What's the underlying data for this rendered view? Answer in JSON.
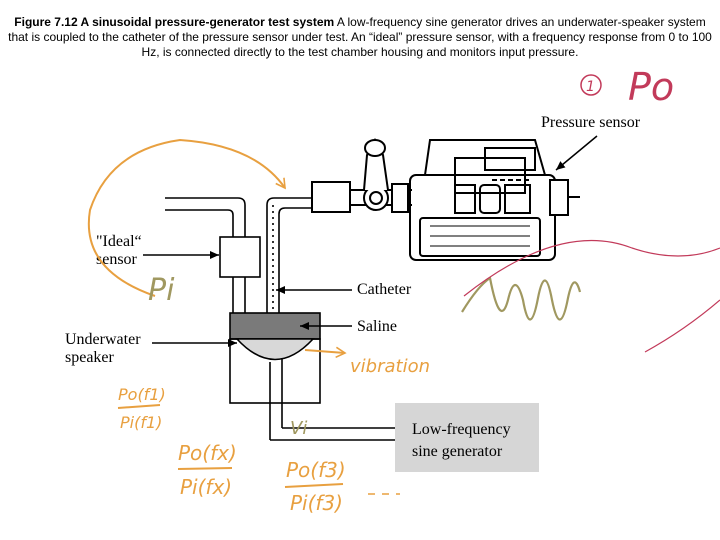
{
  "caption": {
    "figure_label": "Figure 7.12 A sinusoidal pressure-generator test system",
    "text": " A low-frequency sine generator drives an underwater-speaker system that is coupled to the catheter of the pressure sensor under test. An “ideal” pressure sensor, with a frequency response from 0 to 100 Hz, is connected directly to the test chamber housing and monitors input pressure."
  },
  "labels": {
    "pressure_sensor": "Pressure sensor",
    "ideal_sensor_line1": "\"Ideal“",
    "ideal_sensor_line2": "sensor",
    "catheter": "Catheter",
    "saline": "Saline",
    "underwater_speaker_line1": "Underwater",
    "underwater_speaker_line2": "speaker",
    "generator_line1": "Low-frequency",
    "generator_line2": "sine generator"
  },
  "annotations": {
    "circled_marker": "1",
    "p_o": "Po",
    "p_i": "Pi",
    "vibration": "vibration",
    "v_i": "Vi",
    "ratio1_num": "Po(f1)",
    "ratio1_den": "Pi(f1)",
    "ratio2_num": "Po(fx)",
    "ratio2_den": "Pi(fx)",
    "ratio3_num": "Po(f3)",
    "ratio3_den": "Pi(f3)"
  },
  "colors": {
    "ink": "#000000",
    "annotation_orange": "#e8a040",
    "annotation_olive": "#a09860",
    "annotation_pink": "#c23a5a",
    "generator_fill": "#d6d6d6",
    "saline_fill": "#7a7a7a"
  }
}
